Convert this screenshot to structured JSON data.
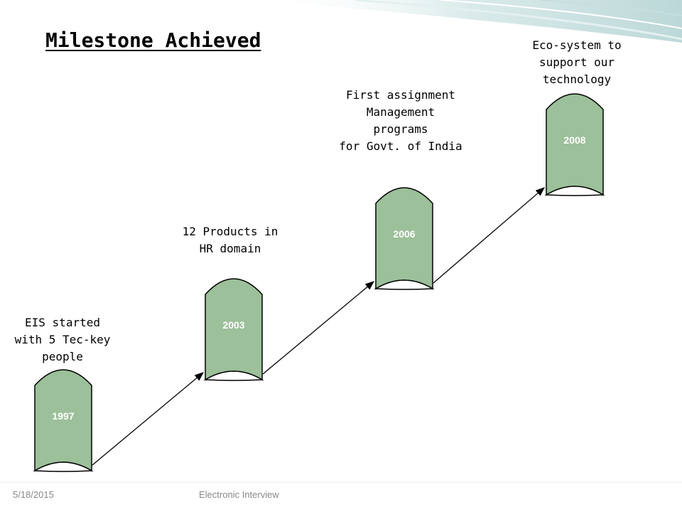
{
  "title": "Milestone Achieved",
  "milestones": [
    {
      "year": "1997",
      "caption": "EIS started\nwith 5 Tec-key\npeople"
    },
    {
      "year": "2003",
      "caption": "12 Products in\nHR domain"
    },
    {
      "year": "2006",
      "caption": "First assignment\nManagement\nprograms\nfor Govt. of India"
    },
    {
      "year": "2008",
      "caption": "Eco-system to\nsupport our\ntechnology"
    }
  ],
  "footer": {
    "date": "5/18/2015",
    "text": "Electronic Interview"
  },
  "colors": {
    "cylinder_fill": "#9cc09a",
    "cylinder_stroke": "#000000",
    "accent_teal": "#cfe3e3"
  }
}
